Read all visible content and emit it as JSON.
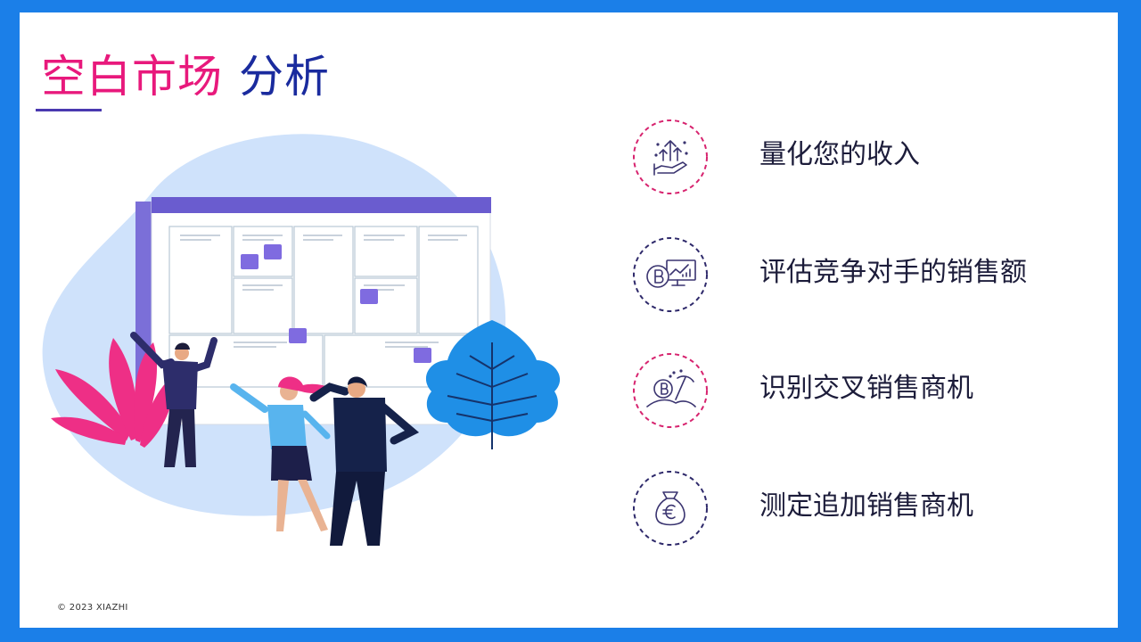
{
  "title": {
    "part1": "空白市场",
    "part2": "分析"
  },
  "items": [
    {
      "label": "量化您的收入",
      "icon": "hand-arrows-up-icon",
      "ring_color": "#d7246f"
    },
    {
      "label": "评估竞争对手的销售额",
      "icon": "bitcoin-chart-icon",
      "ring_color": "#2f2a6b"
    },
    {
      "label": "识别交叉销售商机",
      "icon": "bitcoin-pickaxe-icon",
      "ring_color": "#d7246f"
    },
    {
      "label": "测定追加销售商机",
      "icon": "euro-moneybag-icon",
      "ring_color": "#2f2a6b"
    }
  ],
  "footer": "© 2023 XIAZHI",
  "colors": {
    "accent_pink": "#e8197c",
    "accent_blue": "#1a2b9e",
    "frame": "#1b7fe8"
  }
}
